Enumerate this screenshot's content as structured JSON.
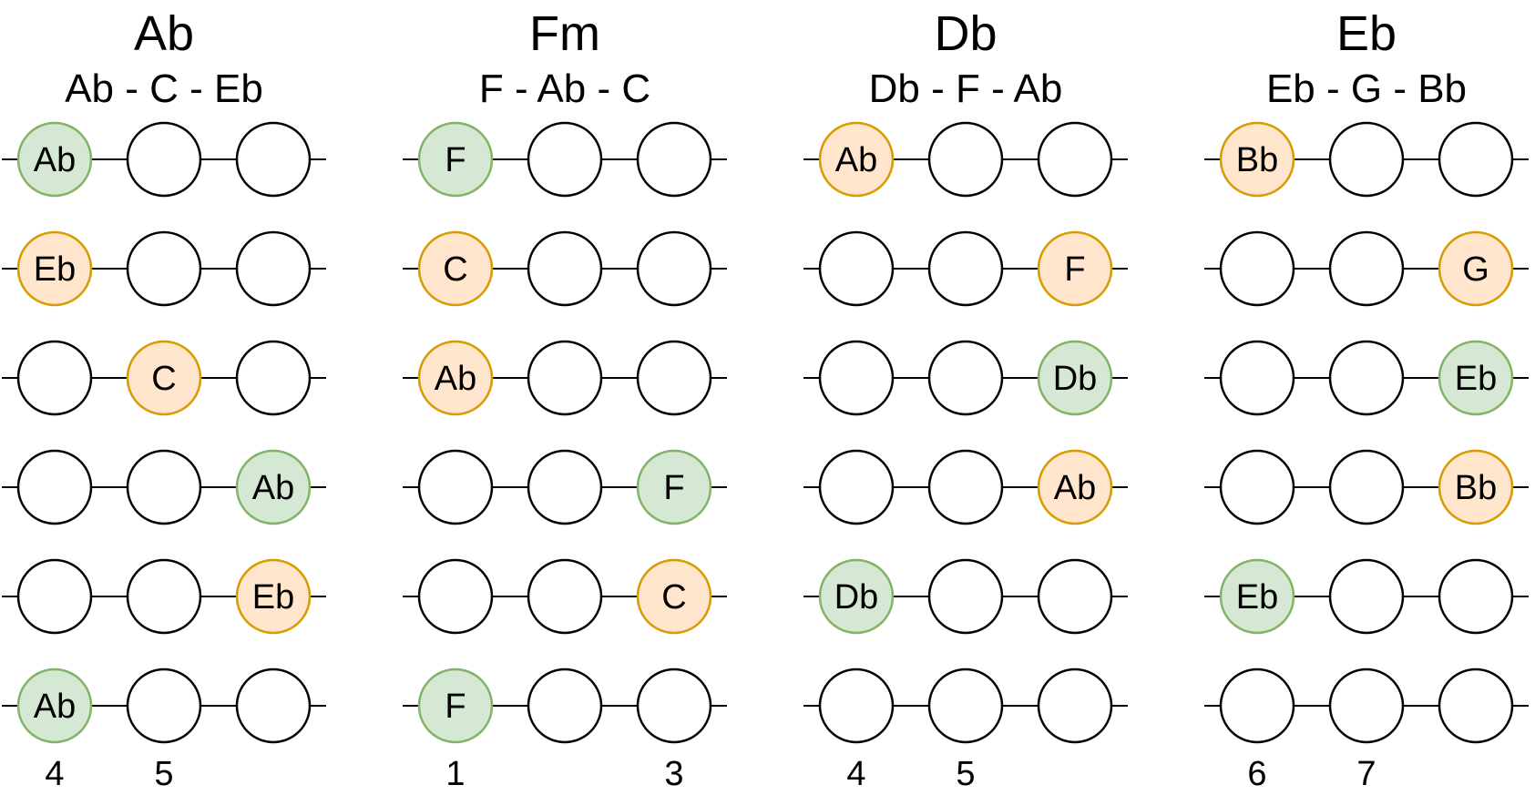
{
  "colors": {
    "root_fill": "#d5e8d4",
    "root_stroke": "#82b366",
    "other_fill": "#ffe6cc",
    "other_stroke": "#d79b00",
    "empty_fill": "#ffffff",
    "empty_stroke": "#000000"
  },
  "chords": [
    {
      "name": "Ab",
      "notes": "Ab - C - Eb",
      "frets": [
        "4",
        "5",
        ""
      ],
      "strings": [
        [
          {
            "note": "Ab",
            "role": "root"
          },
          null,
          null
        ],
        [
          {
            "note": "Eb",
            "role": "other"
          },
          null,
          null
        ],
        [
          null,
          {
            "note": "C",
            "role": "other"
          },
          null
        ],
        [
          null,
          null,
          {
            "note": "Ab",
            "role": "root"
          }
        ],
        [
          null,
          null,
          {
            "note": "Eb",
            "role": "other"
          }
        ],
        [
          {
            "note": "Ab",
            "role": "root"
          },
          null,
          null
        ]
      ]
    },
    {
      "name": "Fm",
      "notes": "F - Ab - C",
      "frets": [
        "1",
        "",
        "3"
      ],
      "strings": [
        [
          {
            "note": "F",
            "role": "root"
          },
          null,
          null
        ],
        [
          {
            "note": "C",
            "role": "other"
          },
          null,
          null
        ],
        [
          {
            "note": "Ab",
            "role": "other"
          },
          null,
          null
        ],
        [
          null,
          null,
          {
            "note": "F",
            "role": "root"
          }
        ],
        [
          null,
          null,
          {
            "note": "C",
            "role": "other"
          }
        ],
        [
          {
            "note": "F",
            "role": "root"
          },
          null,
          null
        ]
      ]
    },
    {
      "name": "Db",
      "notes": "Db - F - Ab",
      "frets": [
        "4",
        "5",
        ""
      ],
      "strings": [
        [
          {
            "note": "Ab",
            "role": "other"
          },
          null,
          null
        ],
        [
          null,
          null,
          {
            "note": "F",
            "role": "other"
          }
        ],
        [
          null,
          null,
          {
            "note": "Db",
            "role": "root"
          }
        ],
        [
          null,
          null,
          {
            "note": "Ab",
            "role": "other"
          }
        ],
        [
          {
            "note": "Db",
            "role": "root"
          },
          null,
          null
        ],
        [
          null,
          null,
          null
        ]
      ]
    },
    {
      "name": "Eb",
      "notes": "Eb - G - Bb",
      "frets": [
        "6",
        "7",
        ""
      ],
      "strings": [
        [
          {
            "note": "Bb",
            "role": "other"
          },
          null,
          null
        ],
        [
          null,
          null,
          {
            "note": "G",
            "role": "other"
          }
        ],
        [
          null,
          null,
          {
            "note": "Eb",
            "role": "root"
          }
        ],
        [
          null,
          null,
          {
            "note": "Bb",
            "role": "other"
          }
        ],
        [
          {
            "note": "Eb",
            "role": "root"
          },
          null,
          null
        ],
        [
          null,
          null,
          null
        ]
      ]
    }
  ]
}
